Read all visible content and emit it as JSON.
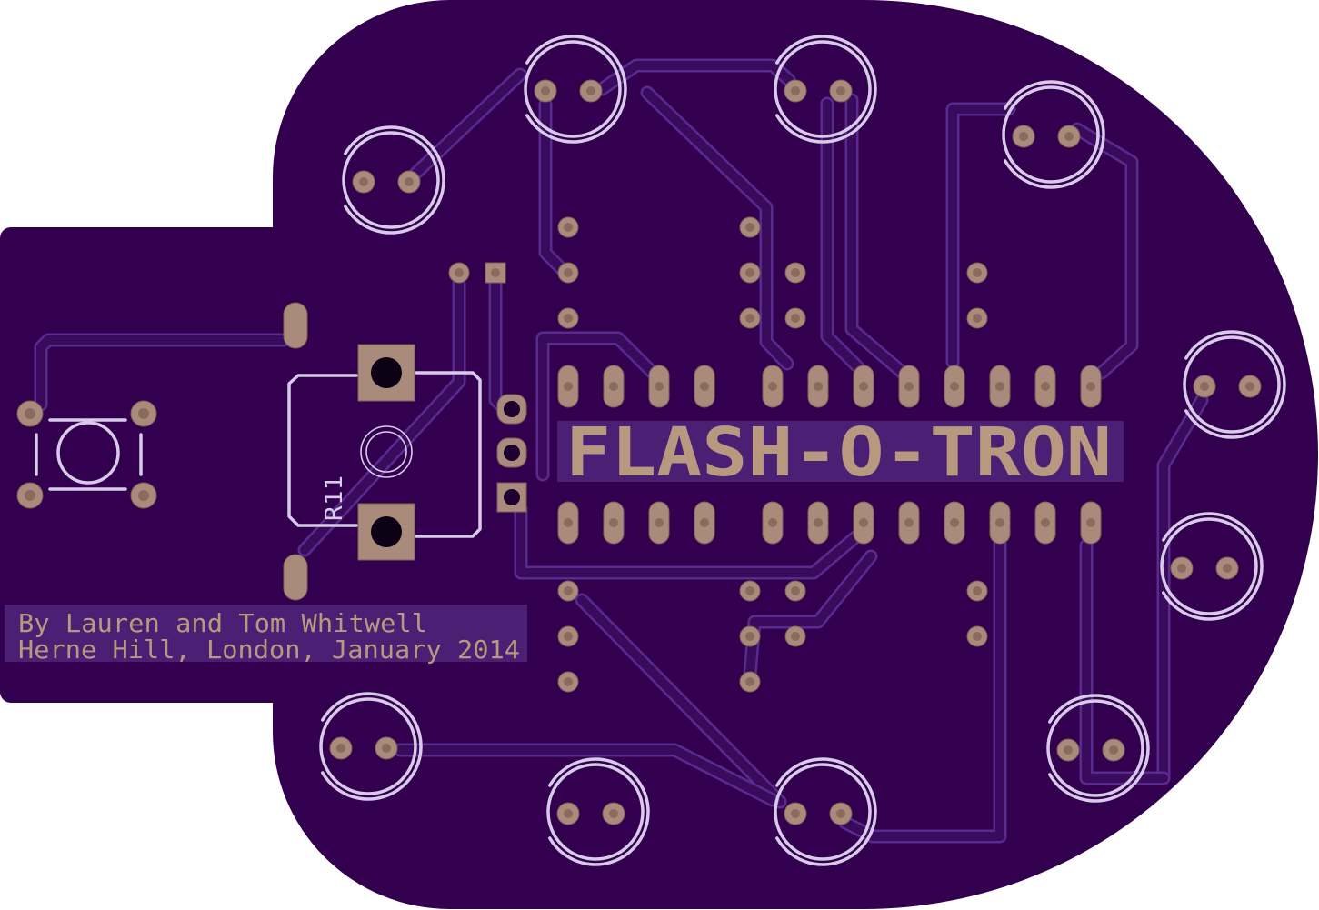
{
  "board": {
    "title_label": "FLASH-O-TRON",
    "credits": [
      "By Lauren and Tom Whitwell",
      "Herne Hill, London, January 2014"
    ]
  },
  "silkscreen": {
    "resistor_designator": "R11"
  },
  "colors": {
    "background": "#ffffff",
    "soldermask": "#32004f",
    "silkscreen": "#d8cbea",
    "copper_pad": "#a98a7b",
    "trace_edge": "#5a2b8e",
    "label_background": "#4a1f74",
    "label_text": "#b8997f"
  }
}
